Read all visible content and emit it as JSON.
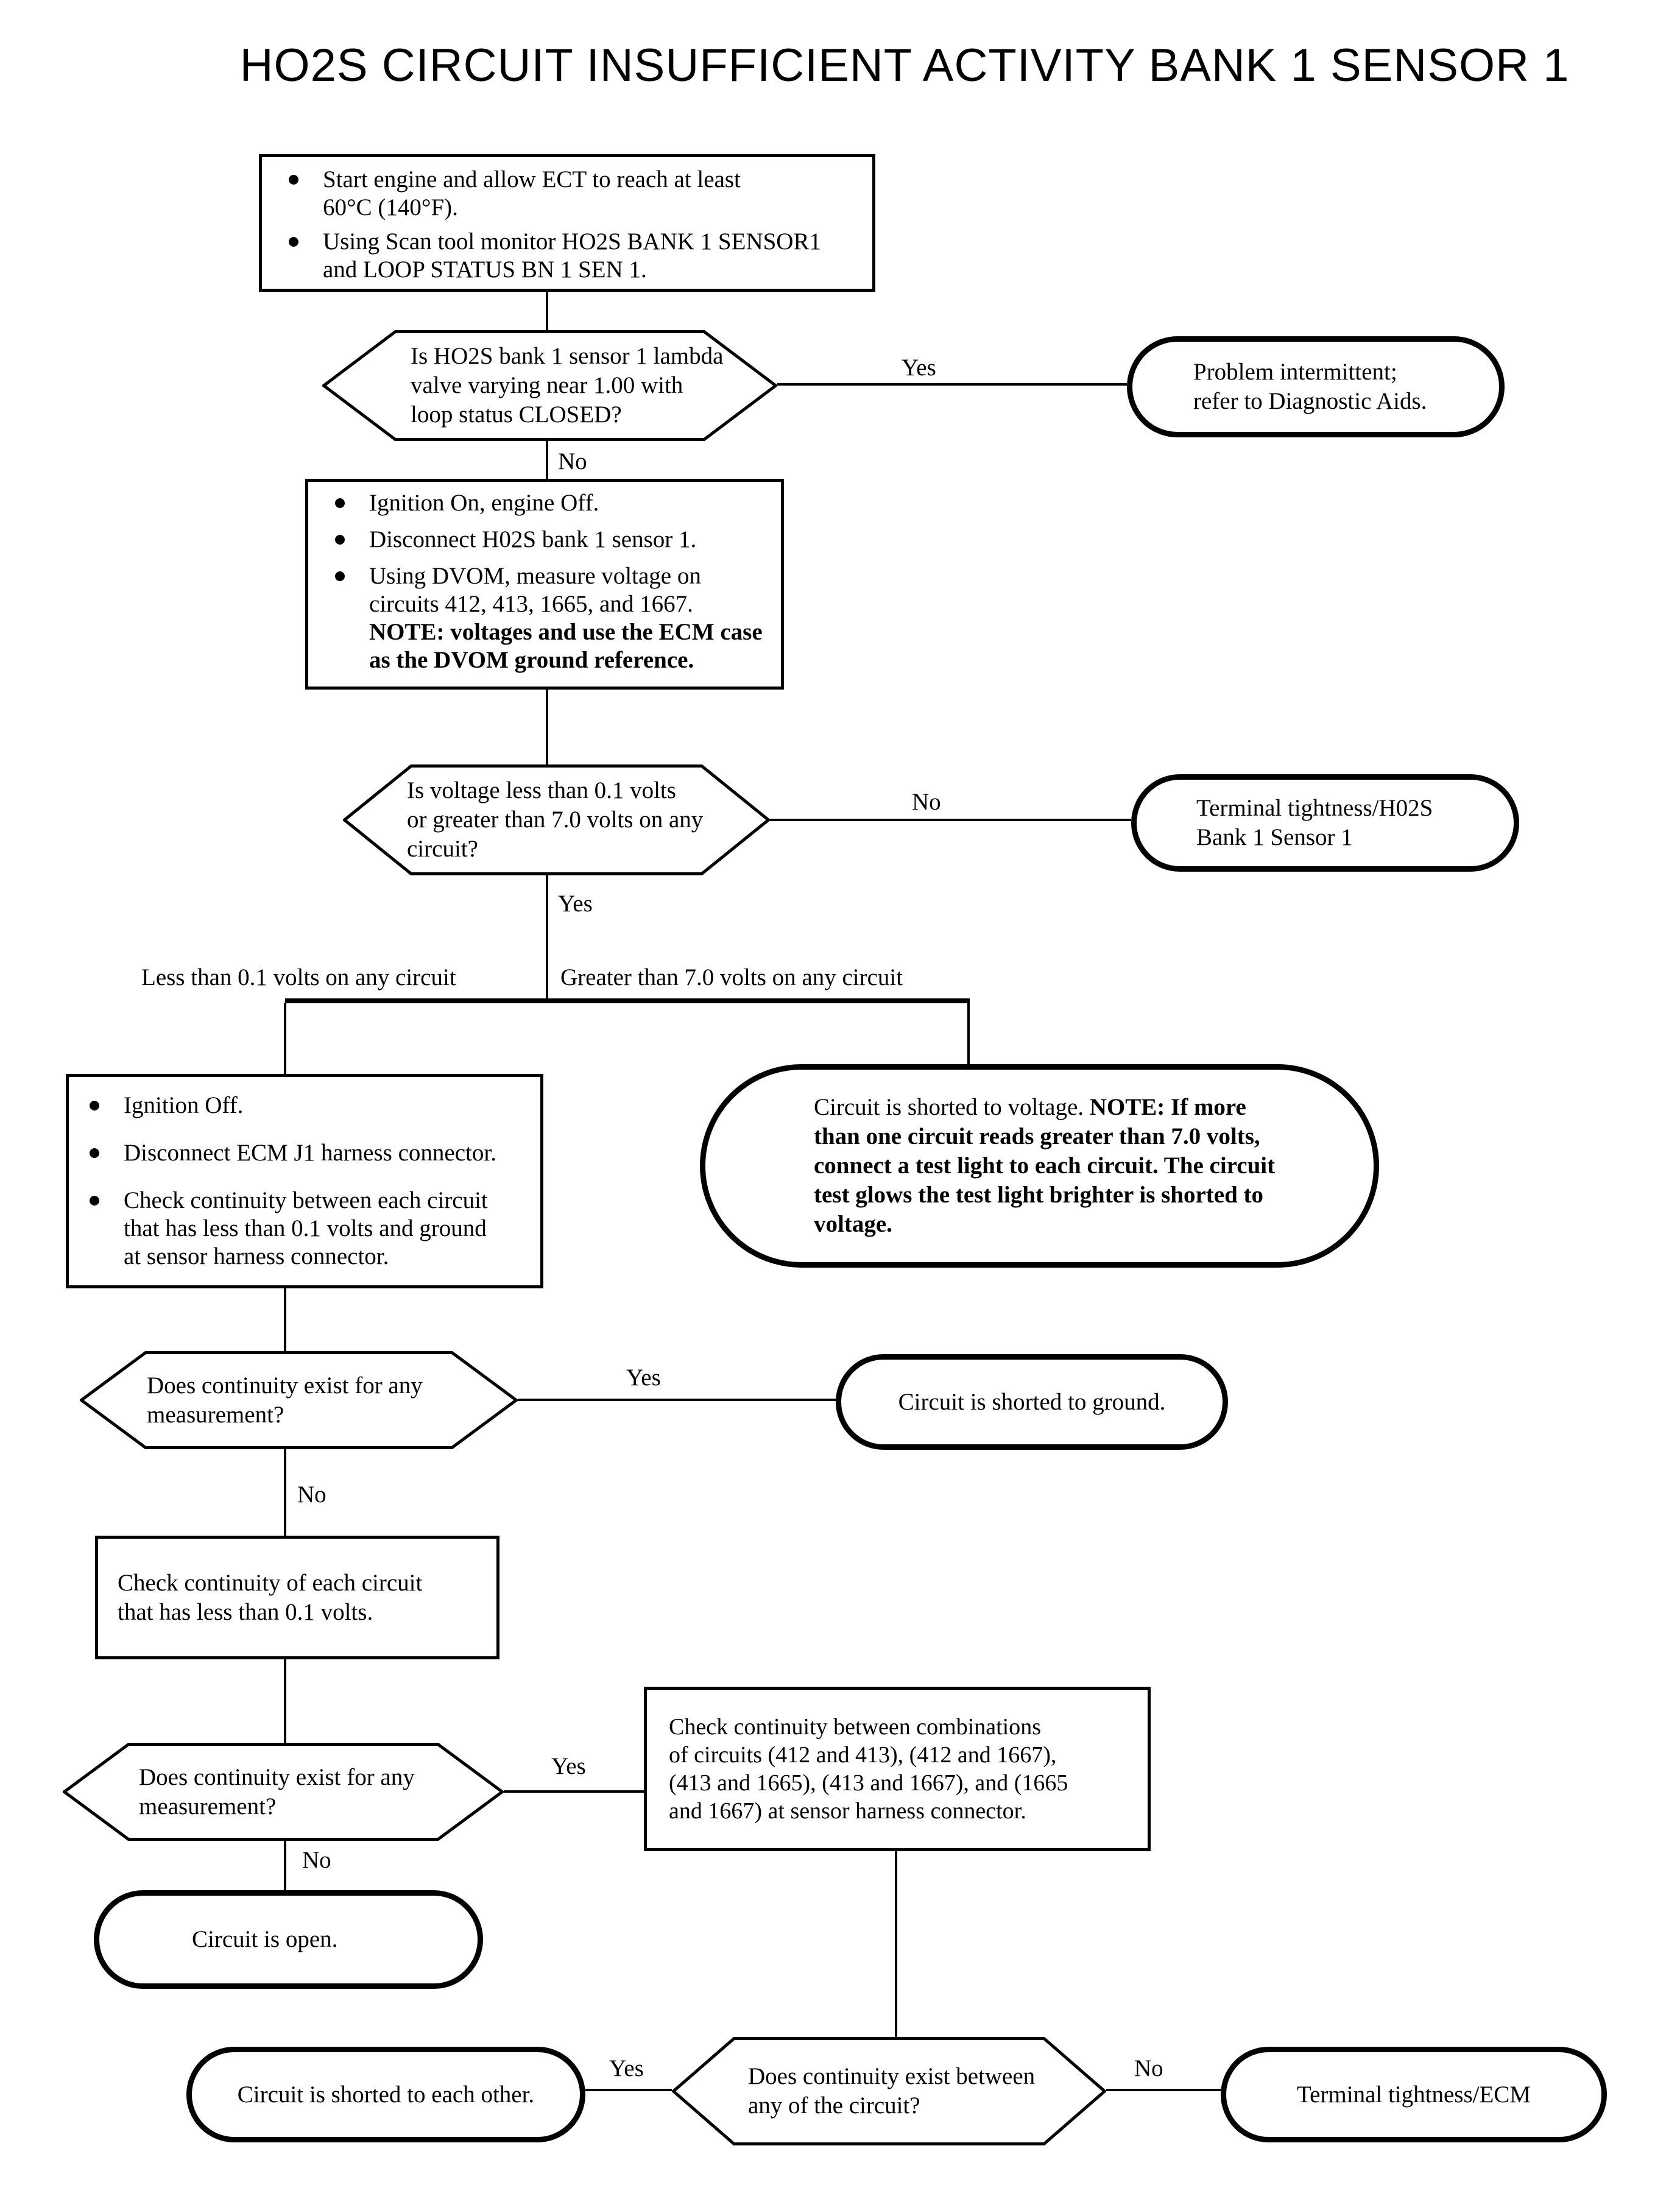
{
  "page_title": "HO2S CIRCUIT INSUFFICIENT ACTIVITY BANK 1 SENSOR 1",
  "labels": {
    "yes": "Yes",
    "no": "No"
  },
  "branch_labels": {
    "less": "Less than 0.1 volts on any circuit",
    "greater": "Greater than 7.0 volts on any circuit"
  },
  "start_box": {
    "bullet1": [
      "Start engine and allow ECT to reach at least",
      "60°C (140°F)."
    ],
    "bullet2": [
      "Using Scan tool monitor HO2S BANK 1 SENSOR1",
      "and LOOP STATUS BN 1 SEN 1."
    ]
  },
  "decision_lambda": [
    "Is HO2S bank 1 sensor 1 lambda",
    "valve varying near 1.00 with",
    "loop status CLOSED?"
  ],
  "terminal_intermittent": [
    "Problem intermittent;",
    "refer to Diagnostic Aids."
  ],
  "measure_box": {
    "bullet1": "Ignition On, engine Off.",
    "bullet2": "Disconnect H02S bank 1 sensor 1.",
    "bullet3": [
      "Using DVOM, measure voltage on",
      "circuits 412, 413, 1665, and 1667."
    ],
    "bullet3_note": [
      "NOTE: voltages and use the ECM case",
      "as the DVOM ground reference."
    ]
  },
  "decision_voltage": [
    "Is voltage less than 0.1 volts",
    "or greater than 7.0 volts on any",
    "circuit?"
  ],
  "terminal_tightness_ho2s": [
    "Terminal tightness/H02S",
    "Bank 1 Sensor 1"
  ],
  "continuity_ground_box": {
    "bullet1": "Ignition Off.",
    "bullet2": "Disconnect ECM J1 harness connector.",
    "bullet3": [
      "Check continuity between each circuit",
      "that has less than 0.1 volts and ground",
      "at sensor harness connector."
    ]
  },
  "terminal_shorted_voltage": {
    "normal": "Circuit is shorted to voltage. ",
    "bold": [
      "NOTE: If more",
      "than one circuit reads greater than 7.0 volts,",
      "connect a test light to each circuit.  The circuit",
      "test glows the test light brighter is shorted to",
      "voltage."
    ]
  },
  "decision_continuity_any1": [
    "Does continuity exist for any",
    "measurement?"
  ],
  "terminal_shorted_ground": "Circuit is shorted to ground.",
  "check_each_box": [
    "Check continuity of each circuit",
    "that has less than 0.1 volts."
  ],
  "decision_continuity_any2": [
    "Does continuity exist for any",
    "measurement?"
  ],
  "combinations_box": [
    "Check continuity between combinations",
    "of circuits (412 and 413), (412 and 1667),",
    "(413 and 1665), (413 and 1667), and (1665",
    "and 1667) at sensor harness connector."
  ],
  "terminal_open": "Circuit is open.",
  "terminal_shorted_each_other": "Circuit is shorted to each other.",
  "decision_continuity_between": [
    "Does continuity exist between",
    "any of the circuit?"
  ],
  "terminal_tightness_ecm": "Terminal tightness/ECM"
}
